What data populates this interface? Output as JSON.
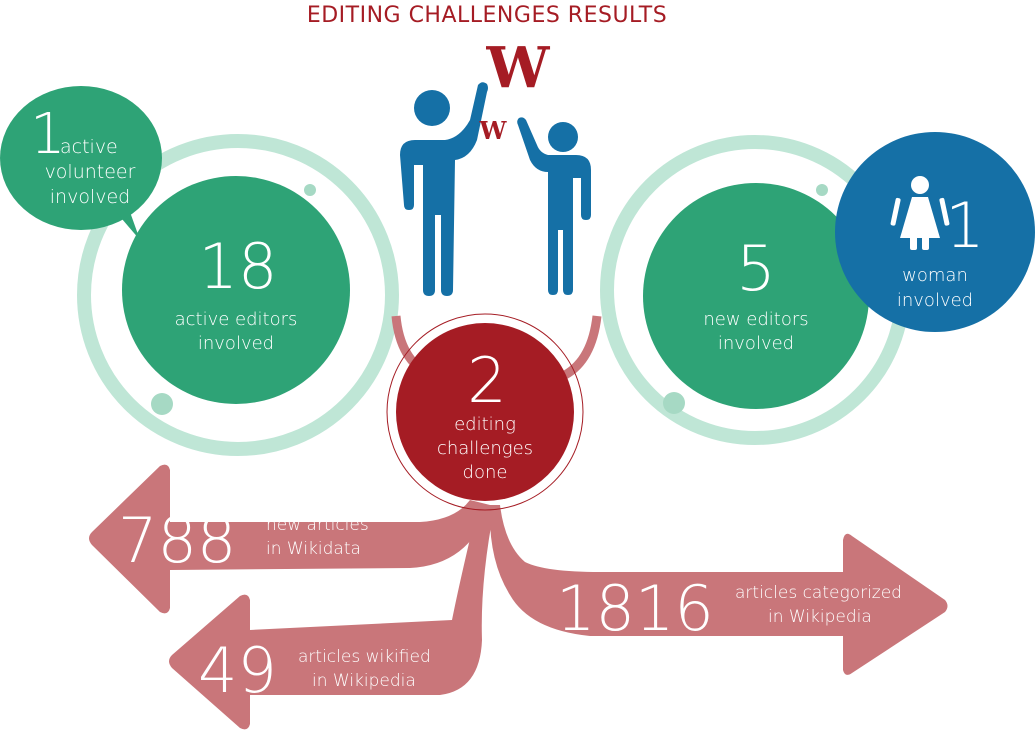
{
  "title": "EDITING CHALLENGES RESULTS",
  "colors": {
    "green": "#2ea376",
    "green_light": "#bfe6d6",
    "green_dot": "#a6d9c4",
    "blue": "#1570a6",
    "red_dark": "#a51c24",
    "red_light": "#c9767a",
    "white": "#ffffff"
  },
  "icons": {
    "people": "two-people-high-five-icon",
    "wikipedia_big": "W",
    "wikipedia_small": "W",
    "woman": "woman-icon"
  },
  "stats": {
    "volunteers": {
      "value": "1",
      "line1": "active",
      "line2": "volunteer",
      "line3": "involved"
    },
    "active_editors": {
      "value": "18",
      "line1": "active editors",
      "line2": "involved"
    },
    "new_editors": {
      "value": "5",
      "line1": "new editors",
      "line2": "involved"
    },
    "women": {
      "value": "1",
      "line1": "woman",
      "line2": "involved"
    },
    "challenges": {
      "value": "2",
      "line1": "editing",
      "line2": "challenges",
      "line3": "done"
    },
    "wikidata": {
      "value": "788",
      "line1": "new articles",
      "line2": "in Wikidata"
    },
    "wikified": {
      "value": "49",
      "line1": "articles wikified",
      "line2": "in Wikipedia"
    },
    "categorized": {
      "value": "1816",
      "line1": "articles categorized",
      "line2": "in Wikipedia"
    }
  }
}
